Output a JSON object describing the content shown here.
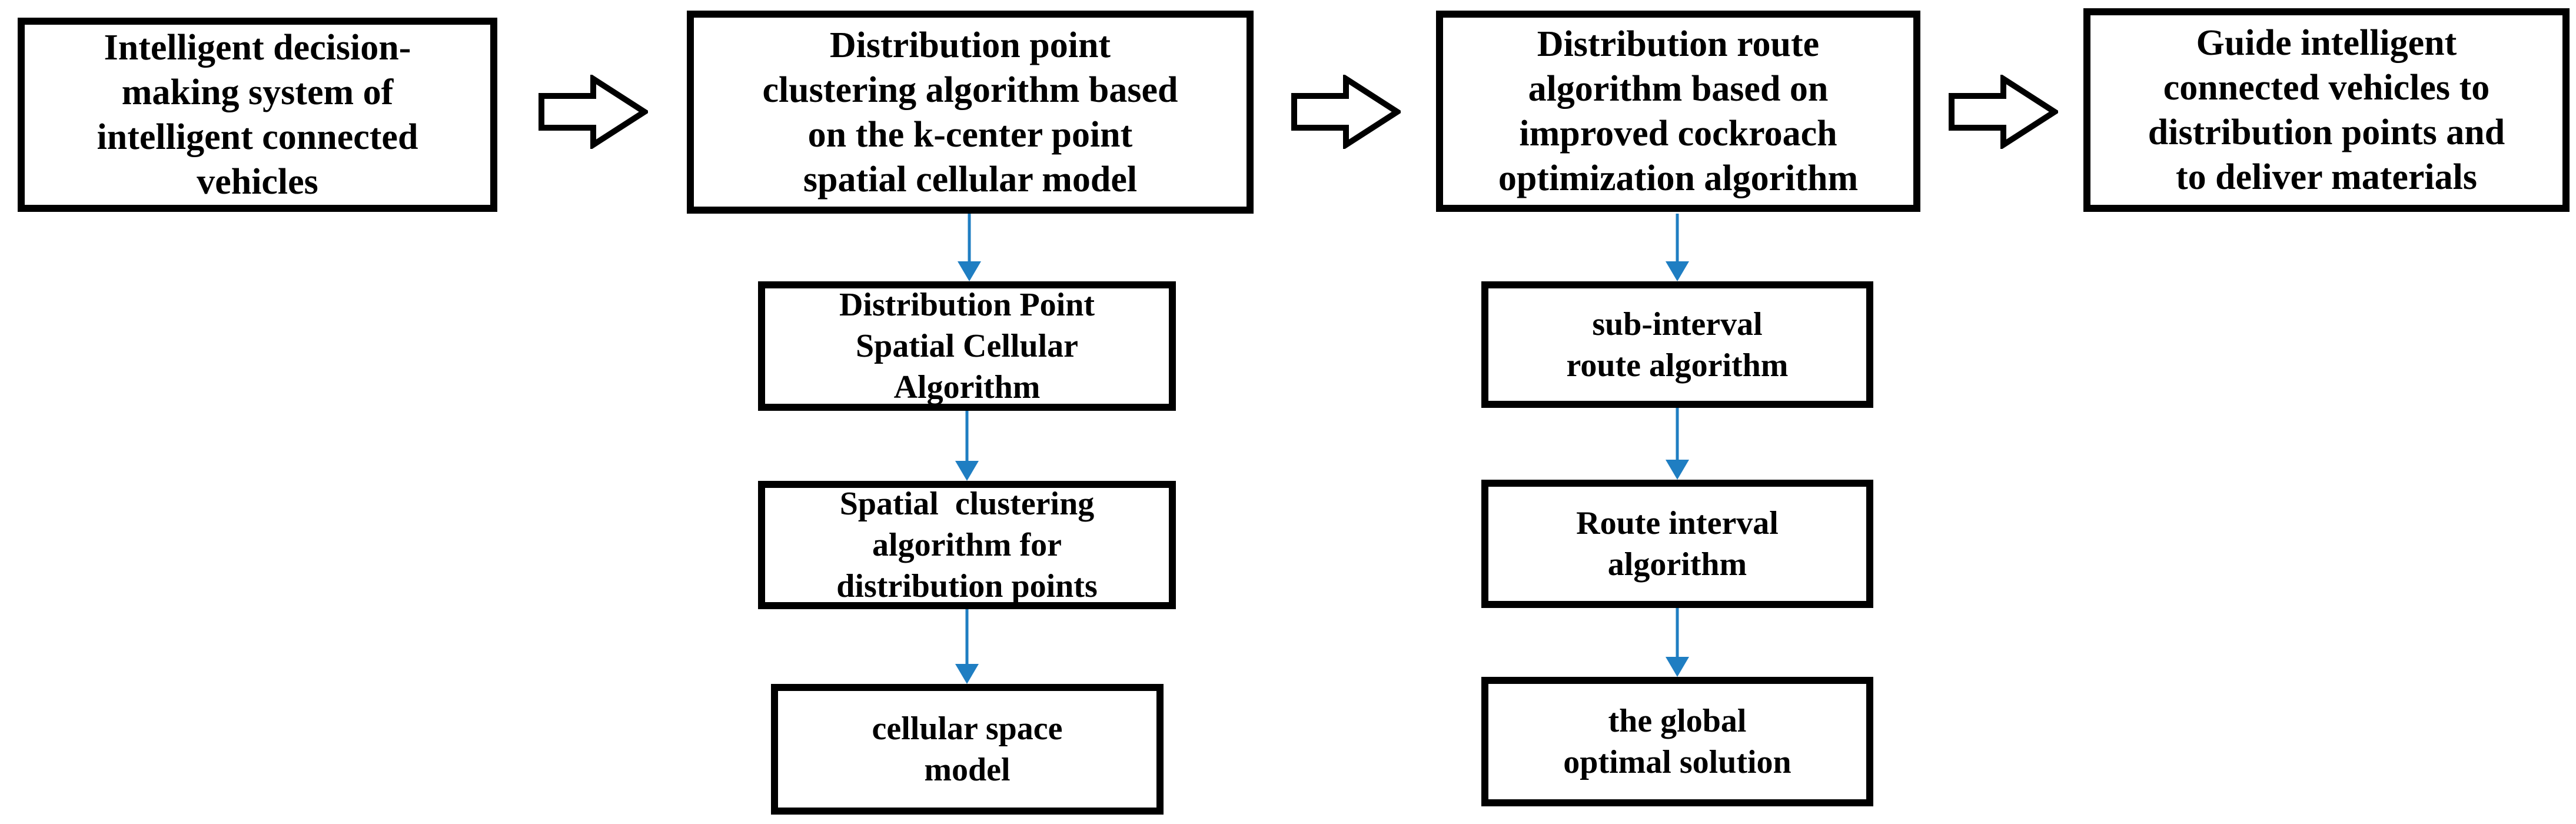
{
  "figure": {
    "type": "flowchart",
    "background": "#ffffff"
  },
  "colors": {
    "background": "#ffffff",
    "box_border": "#000000",
    "text": "#000000",
    "arrow_blue": "#1f7ec2",
    "block_arrow_fill": "#ffffff",
    "block_arrow_outline": "#000000"
  },
  "icons": {
    "horizontal_connector": "block-arrow-right-icon",
    "vertical_connector": "arrow-down-icon"
  },
  "flow": {
    "main_steps": [
      {
        "label": "Intelligent decision-\nmaking system of\nintelligent connected\nvehicles"
      },
      {
        "label": "Distribution point\nclustering algorithm based\non the k-center point\nspatial cellular model"
      },
      {
        "label": "Distribution route\nalgorithm based on\nimproved cockroach\noptimization algorithm"
      },
      {
        "label": "Guide intelligent\nconnected vehicles to\ndistribution points and\nto deliver materials"
      }
    ],
    "clustering_branch": [
      {
        "label": "Distribution Point\nSpatial Cellular\nAlgorithm"
      },
      {
        "label": "Spatial  clustering\nalgorithm for\ndistribution points"
      },
      {
        "label": "cellular space\nmodel"
      }
    ],
    "route_branch": [
      {
        "label": "sub-interval\nroute algorithm"
      },
      {
        "label": "Route interval\nalgorithm"
      },
      {
        "label": "the global\noptimal solution"
      }
    ]
  }
}
